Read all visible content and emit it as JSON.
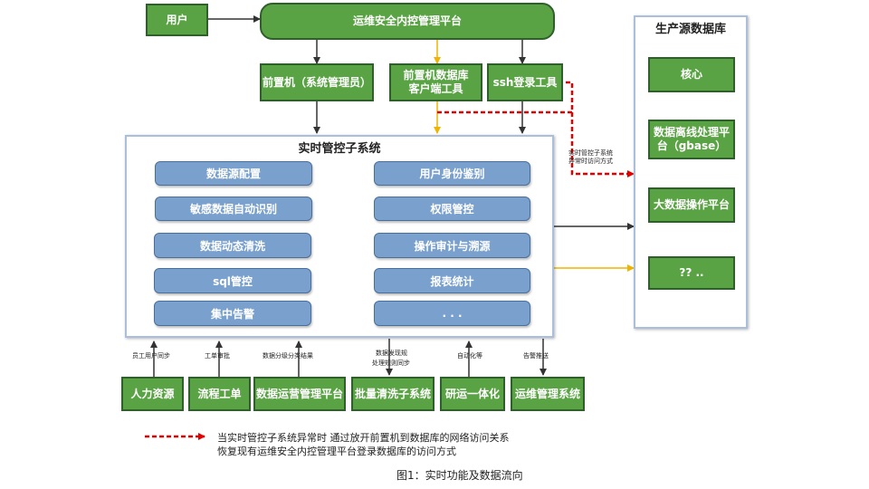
{
  "top": {
    "user": "用户",
    "platform": "运维安全内控管理平台"
  },
  "front": {
    "frontend_machine": "前置机（系统管理员）",
    "db_client_line1": "前置机数据库",
    "db_client_line2": "客户端工具",
    "ssh_tool": "ssh登录工具"
  },
  "realtime": {
    "title": "实时管控子系统",
    "left_modules": [
      "数据源配置",
      "敏感数据自动识别",
      "数据动态清洗",
      "sql管控",
      "集中告警"
    ],
    "right_modules": [
      "用户身份鉴别",
      "权限管控",
      "操作审计与溯源",
      "报表统计",
      ". . ."
    ]
  },
  "production": {
    "title": "生产源数据库",
    "items": [
      "核心",
      "数据离线处理平台（gbase）",
      "大数据操作平台",
      "??  .."
    ]
  },
  "side_note": {
    "line1": "实时管控子系统",
    "line2": "异常时访问方式"
  },
  "bottom": {
    "systems": [
      "人力资源",
      "流程工单",
      "数据运营管理平台",
      "批量清洗子系统",
      "研运一体化",
      "运维管理系统"
    ],
    "labels": [
      "员工用户同步",
      "工单审批",
      "数据分级分类结果",
      "数据发现规",
      "处理规则同步",
      "自动化等",
      "告警推送"
    ]
  },
  "legend": {
    "line1": "当实时管控子系统异常时  通过放开前置机到数据库的网络访问关系",
    "line2": "恢复现有运维安全内控管理平台登录数据库的访问方式"
  },
  "caption": "图1：实时功能及数据流向",
  "colors": {
    "green": "#5aa344",
    "blue": "#7aa0cd",
    "red_dashed": "#e00000",
    "yellow": "#f0b400",
    "arrow": "#333333"
  }
}
